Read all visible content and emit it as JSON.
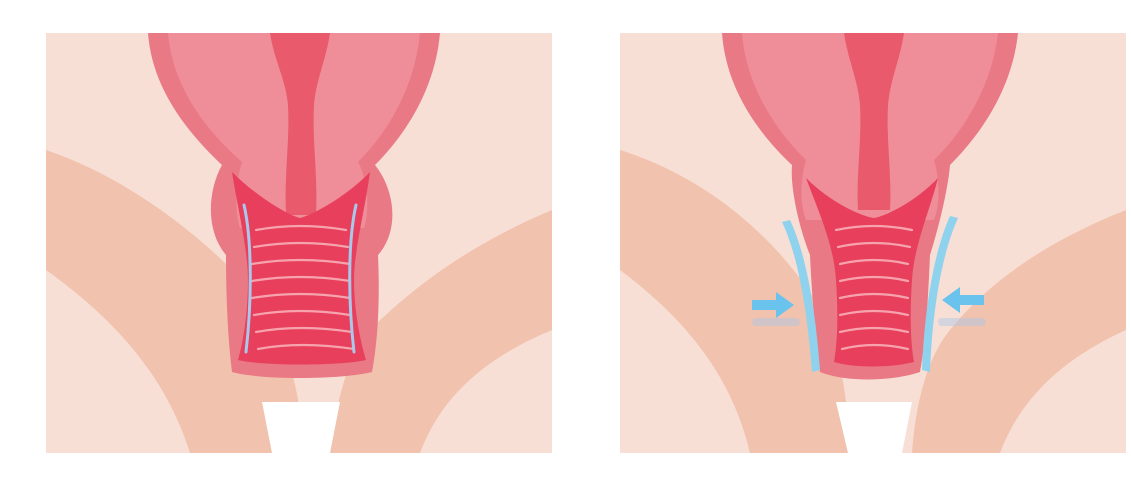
{
  "panels": [
    {
      "id": "before",
      "state": "relaxed"
    },
    {
      "id": "after",
      "state": "contracted",
      "arrows": 2
    }
  ],
  "colors": {
    "background": "#ffffff",
    "panel_bg": "#f8dfd5",
    "panel_bg_light": "#fae6de",
    "thigh": "#f1c2ad",
    "outer_tissue": "#e87985",
    "mid_tissue": "#ef8e98",
    "inner_tissue": "#e85a6c",
    "canal": "#e73f5c",
    "ridge": "#f7a3ae",
    "highlight": "#a9c8ec",
    "muscle": "#8fd2ee",
    "arrow": "#69c3ec",
    "device": "#ffffff"
  },
  "icons": [
    "arrow-right-icon",
    "arrow-left-icon"
  ]
}
